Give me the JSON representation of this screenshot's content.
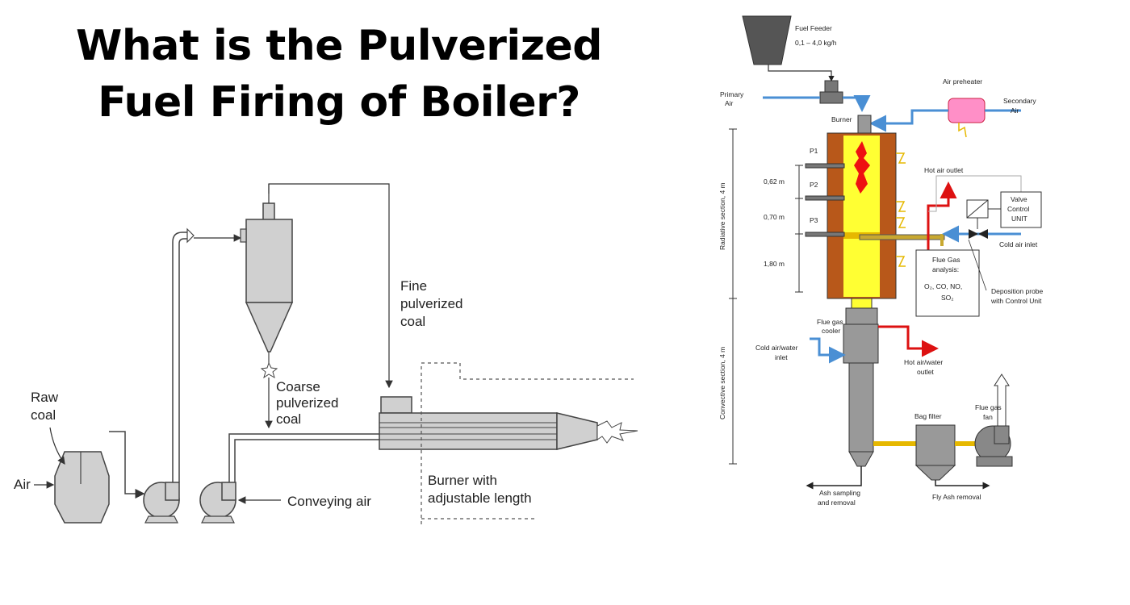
{
  "title": {
    "line1": "What is the Pulverized",
    "line2": "Fuel Firing of Boiler?"
  },
  "left_diagram": {
    "raw_coal_l1": "Raw",
    "raw_coal_l2": "coal",
    "air": "Air",
    "fine_l1": "Fine",
    "fine_l2": "pulverized",
    "fine_l3": "coal",
    "coarse_l1": "Coarse",
    "coarse_l2": "pulverized",
    "coarse_l3": "coal",
    "conveying_air": "Conveying air",
    "burner_l1": "Burner with",
    "burner_l2": "adjustable length"
  },
  "right_diagram": {
    "fuel_feeder": "Fuel Feeder",
    "feed_rate": "0,1 – 4,0 kg/h",
    "primary_air_l1": "Primary",
    "primary_air_l2": "Air",
    "air_preheater": "Air preheater",
    "secondary_air_l1": "Secondary",
    "secondary_air_l2": "Air",
    "burner": "Burner",
    "p1": "P1",
    "p2": "P2",
    "p3": "P3",
    "d1": "0,62 m",
    "d2": "0,70 m",
    "d3": "1,80 m",
    "radiative_section": "Radiative section, 4 m",
    "convective_section": "Convective section, 4 m",
    "hot_air_outlet": "Hot air outlet",
    "valve_l1": "Valve",
    "valve_l2": "Control",
    "valve_l3": "UNIT",
    "cold_air_inlet": "Cold air inlet",
    "flue_gas_analysis_l1": "Flue Gas",
    "flue_gas_analysis_l2": "analysis:",
    "flue_gas_analysis_l3": "O₂, CO, NO,",
    "flue_gas_analysis_l4": "SO₂",
    "deposition_l1": "Deposition probe",
    "deposition_l2": "with Control Unit",
    "flue_gas_cooler_l1": "Flue gas",
    "flue_gas_cooler_l2": "cooler",
    "cold_water_l1": "Cold air/water",
    "cold_water_l2": "inlet",
    "hot_water_l1": "Hot air/water",
    "hot_water_l2": "outlet",
    "bag_filter": "Bag filter",
    "flue_gas_fan_l1": "Flue gas",
    "flue_gas_fan_l2": "fan",
    "ash_sampling_l1": "Ash sampling",
    "ash_sampling_l2": "and removal",
    "fly_ash": "Fly Ash removal"
  }
}
